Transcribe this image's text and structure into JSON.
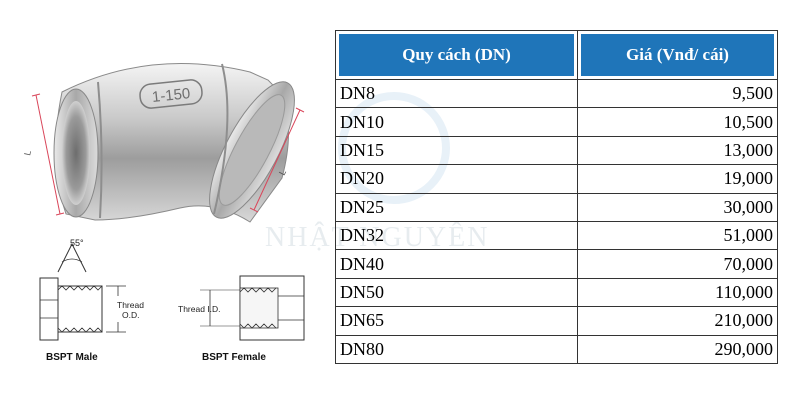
{
  "product": {
    "casting_mark": "1-150",
    "dimension_label_left": "L",
    "dimension_label_right": "L"
  },
  "diagram": {
    "angle_label": "55°",
    "male": {
      "title": "BSPT Male",
      "thread_label_line1": "Thread",
      "thread_label_line2": "O.D."
    },
    "female": {
      "title": "BSPT Female",
      "thread_label": "Thread I.D."
    }
  },
  "watermark": {
    "text": "NHẬT NGUYÊN"
  },
  "table": {
    "headers": [
      "Quy cách (DN)",
      "Giá (Vnđ/ cái)"
    ],
    "rows": [
      {
        "spec": "DN8",
        "price": "9,500"
      },
      {
        "spec": "DN10",
        "price": "10,500"
      },
      {
        "spec": "DN15",
        "price": "13,000"
      },
      {
        "spec": "DN20",
        "price": "19,000"
      },
      {
        "spec": "DN25",
        "price": "30,000"
      },
      {
        "spec": "DN32",
        "price": "51,000"
      },
      {
        "spec": "DN40",
        "price": "70,000"
      },
      {
        "spec": "DN50",
        "price": "110,000"
      },
      {
        "spec": "DN65",
        "price": "210,000"
      },
      {
        "spec": "DN80",
        "price": "290,000"
      }
    ]
  },
  "colors": {
    "header_bg": "#1f75b9",
    "header_text": "#ffffff",
    "dimension_line": "#d9465a"
  }
}
